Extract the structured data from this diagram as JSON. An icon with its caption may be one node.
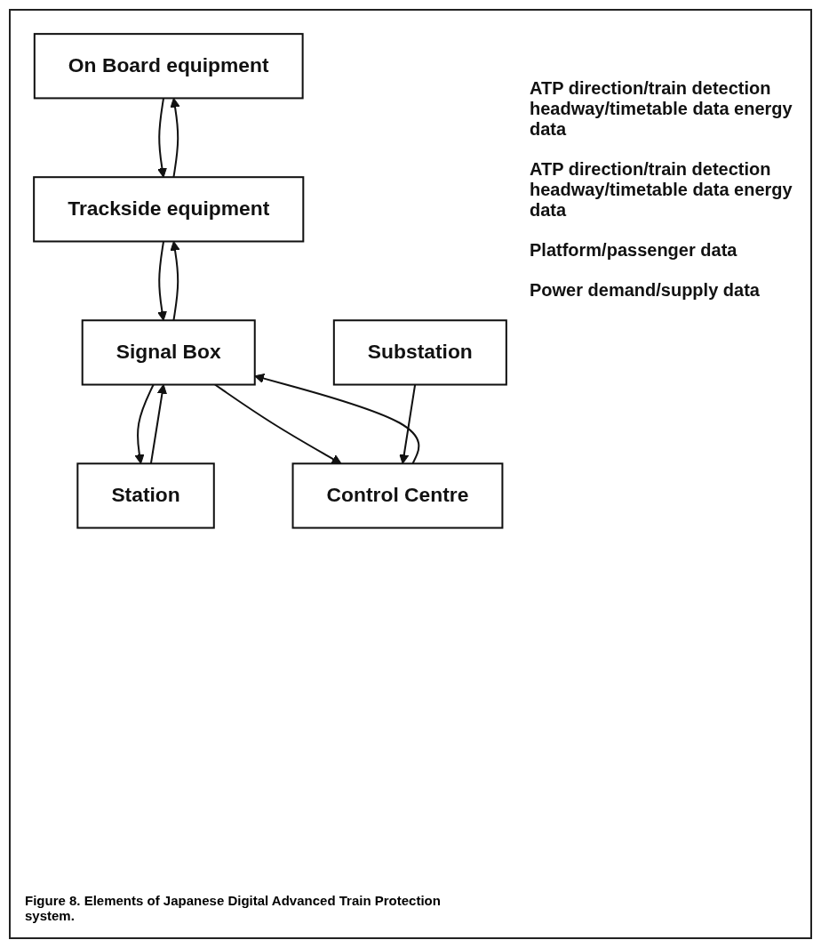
{
  "diagram": {
    "caption": "Figure 8. Elements of Japanese Digital Advanced Train Protection system.",
    "nodes": [
      {
        "text": [
          "On Board equipment"
        ]
      },
      {
        "text": [
          "Trackside equipment"
        ]
      },
      {
        "text": [
          "Signal Box"
        ]
      },
      {
        "text": [
          "Station"
        ]
      },
      {
        "text": [
          "Control Centre"
        ]
      },
      {
        "text": [
          "Substation"
        ]
      }
    ],
    "edges": [
      {
        "from": 0,
        "to": 1,
        "arrow": "to"
      },
      {
        "from": 1,
        "to": 0,
        "arrow": "to"
      },
      {
        "from": 1,
        "to": 2,
        "arrow": "to"
      },
      {
        "from": 2,
        "to": 1,
        "arrow": "to"
      },
      {
        "from": 2,
        "to": 3,
        "arrow": "to"
      },
      {
        "from": 3,
        "to": 2,
        "arrow": "to"
      },
      {
        "from": 2,
        "to": 4,
        "arrow": "to"
      },
      {
        "from": 4,
        "to": 2,
        "arrow": "to"
      },
      {
        "from": 5,
        "to": 4,
        "arrow": "to"
      }
    ],
    "labels": [
      "ATP direction/train detection headway/timetable data energy data",
      "ATP direction/train detection headway/timetable data energy data",
      "Platform/passenger data",
      "Power demand/supply data"
    ]
  }
}
